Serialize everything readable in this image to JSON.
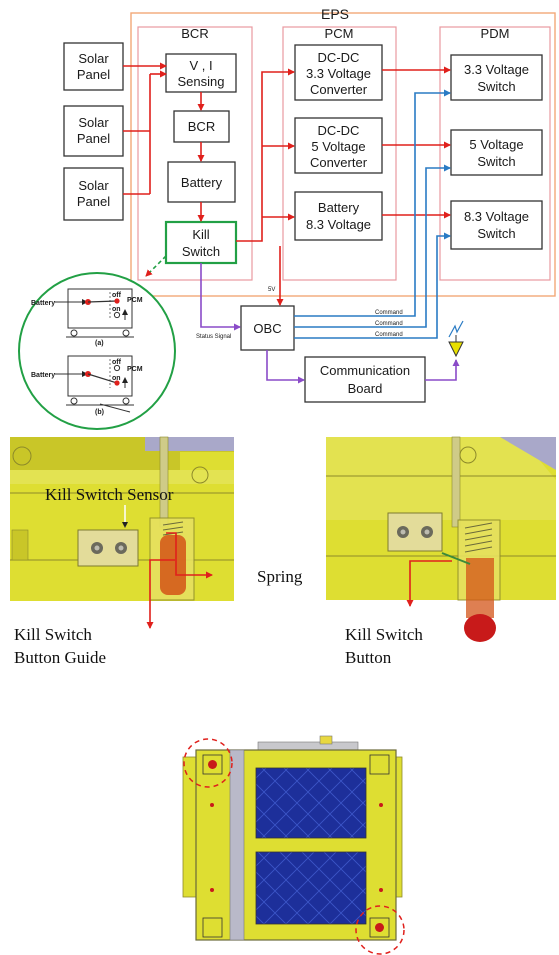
{
  "diagram": {
    "eps_label": "EPS",
    "bcr_label": "BCR",
    "pcm_label": "PCM",
    "pdm_label": "PDM",
    "solar_panels": [
      {
        "line1": "Solar",
        "line2": "Panel"
      },
      {
        "line1": "Solar",
        "line2": "Panel"
      },
      {
        "line1": "Solar",
        "line2": "Panel"
      }
    ],
    "vi_sensing": {
      "line1": "V , I",
      "line2": "Sensing"
    },
    "bcr_block": "BCR",
    "battery": "Battery",
    "kill_switch": {
      "line1": "Kill",
      "line2": "Switch"
    },
    "dcdc33": {
      "line1": "DC-DC",
      "line2": "3.3 Voltage",
      "line3": "Converter"
    },
    "dcdc5": {
      "line1": "DC-DC",
      "line2": "5 Voltage",
      "line3": "Converter"
    },
    "battery83": {
      "line1": "Battery",
      "line2": "8.3 Voltage"
    },
    "sw33": {
      "line1": "3.3 Voltage",
      "line2": "Switch"
    },
    "sw5": {
      "line1": "5 Voltage",
      "line2": "Switch"
    },
    "sw83": {
      "line1": "8.3 Voltage",
      "line2": "Switch"
    },
    "obc": "OBC",
    "comm_board": {
      "line1": "Communication",
      "line2": "Board"
    },
    "status_signal": "Status Signal",
    "five_v": "5V",
    "command_labels": [
      "Command",
      "Command",
      "Command"
    ],
    "inset": {
      "battery_a": "Battery",
      "off_a": "off",
      "on_a": "on",
      "pcm_a": "PCM",
      "caption_a": "(a)",
      "battery_b": "Battery",
      "off_b": "off",
      "on_b": "on",
      "pcm_b": "PCM",
      "caption_b": "(b)"
    },
    "colors": {
      "red": "#e0201c",
      "blue": "#2a7bc4",
      "purple": "#8a4bc8",
      "green": "#22a045",
      "eps_border": "#f2a878"
    }
  },
  "cad": {
    "kill_switch_sensor": "Kill Switch Sensor",
    "spring": "Spring",
    "button_guide": {
      "line1": "Kill Switch",
      "line2": "Button Guide"
    },
    "button": {
      "line1": "Kill Switch",
      "line2": "Button"
    }
  }
}
